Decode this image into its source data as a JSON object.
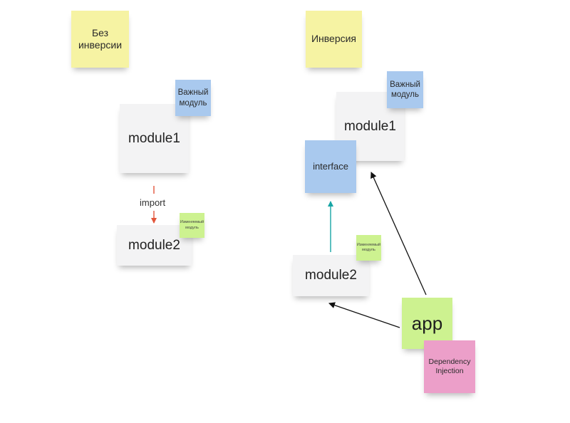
{
  "left_section": {
    "title_line1": "Без",
    "title_line2": "инверсии",
    "important_line1": "Важный",
    "important_line2": "модуль",
    "module1": "module1",
    "module2": "module2",
    "changed_line1": "Изменяемый",
    "changed_line2": "модуль",
    "import_label": "import"
  },
  "right_section": {
    "title": "Инверсия",
    "important_line1": "Важный",
    "important_line2": "модуль",
    "module1": "module1",
    "interface": "interface",
    "module2": "module2",
    "changed_line1": "Изменяемый",
    "changed_line2": "модуль",
    "app": "app",
    "di_line1": "Dependency",
    "di_line2": "Injection"
  },
  "colors": {
    "sticky_yellow": "#f6f3a3",
    "sticky_blue": "#a9c9ee",
    "card_white": "#f3f3f4",
    "sticky_green": "#cdf290",
    "sticky_pink": "#ec9fc9",
    "import_arrow": "#e2553a",
    "interface_arrow": "#17a5a5",
    "di_arrow": "#111111"
  }
}
